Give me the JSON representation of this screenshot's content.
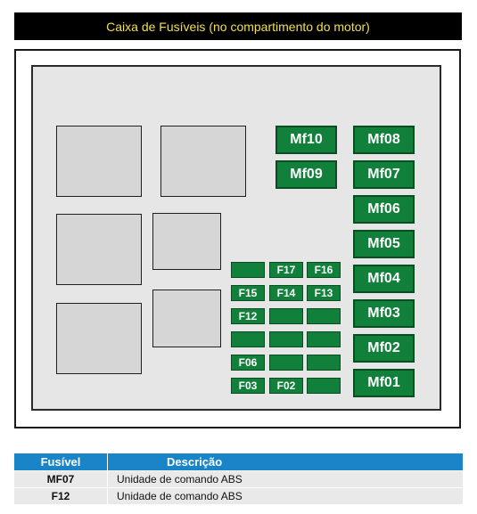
{
  "title": "Caixa de Fusíveis (no compartimento do motor)",
  "colors": {
    "fuse_green": "#11803a",
    "title_text": "#f0e04a",
    "table_header": "#1a84c8"
  },
  "maxi_fuses": [
    "Mf10",
    "Mf08",
    "Mf09",
    "Mf07",
    "Mf06",
    "Mf05",
    "Mf04",
    "Mf03",
    "Mf02",
    "Mf01"
  ],
  "small_fuses": [
    "F17",
    "F16",
    "F15",
    "F14",
    "F13",
    "F12",
    "F06",
    "F03",
    "F02"
  ],
  "table": {
    "headers": {
      "fuse": "Fusível",
      "description": "Descrição"
    },
    "rows": [
      {
        "fuse": "MF07",
        "description": "Unidade de comando ABS"
      },
      {
        "fuse": "F12",
        "description": "Unidade de comando ABS"
      }
    ]
  }
}
